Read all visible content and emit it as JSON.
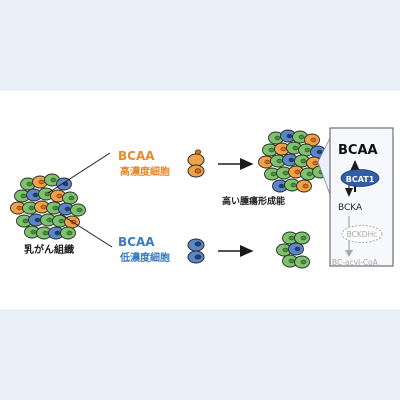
{
  "tissue": {
    "label": "乳がん組織"
  },
  "high": {
    "title": "BCAA",
    "subtitle": "高濃度細胞"
  },
  "low": {
    "title": "BCAA",
    "subtitle": "低濃度細胞"
  },
  "result": {
    "label": "高い腫瘍形成能"
  },
  "pathway": {
    "title": "BCAA",
    "enzyme1": "BCAT1",
    "product1": "BCKA",
    "enzyme2": "BCKDHc",
    "product2": "BC-acyl-CoA"
  },
  "colors": {
    "band": "#e8eff7",
    "orange_label": "#e8892b",
    "blue_label": "#3a7bbf",
    "green_cell": "#7cc36b",
    "blue_cell": "#5b86c8",
    "orange_cell": "#f0a245",
    "cell_outline": "#2b2b2b",
    "enzyme_fill": "#2f5fa6",
    "faded": "#a7a7a7"
  }
}
